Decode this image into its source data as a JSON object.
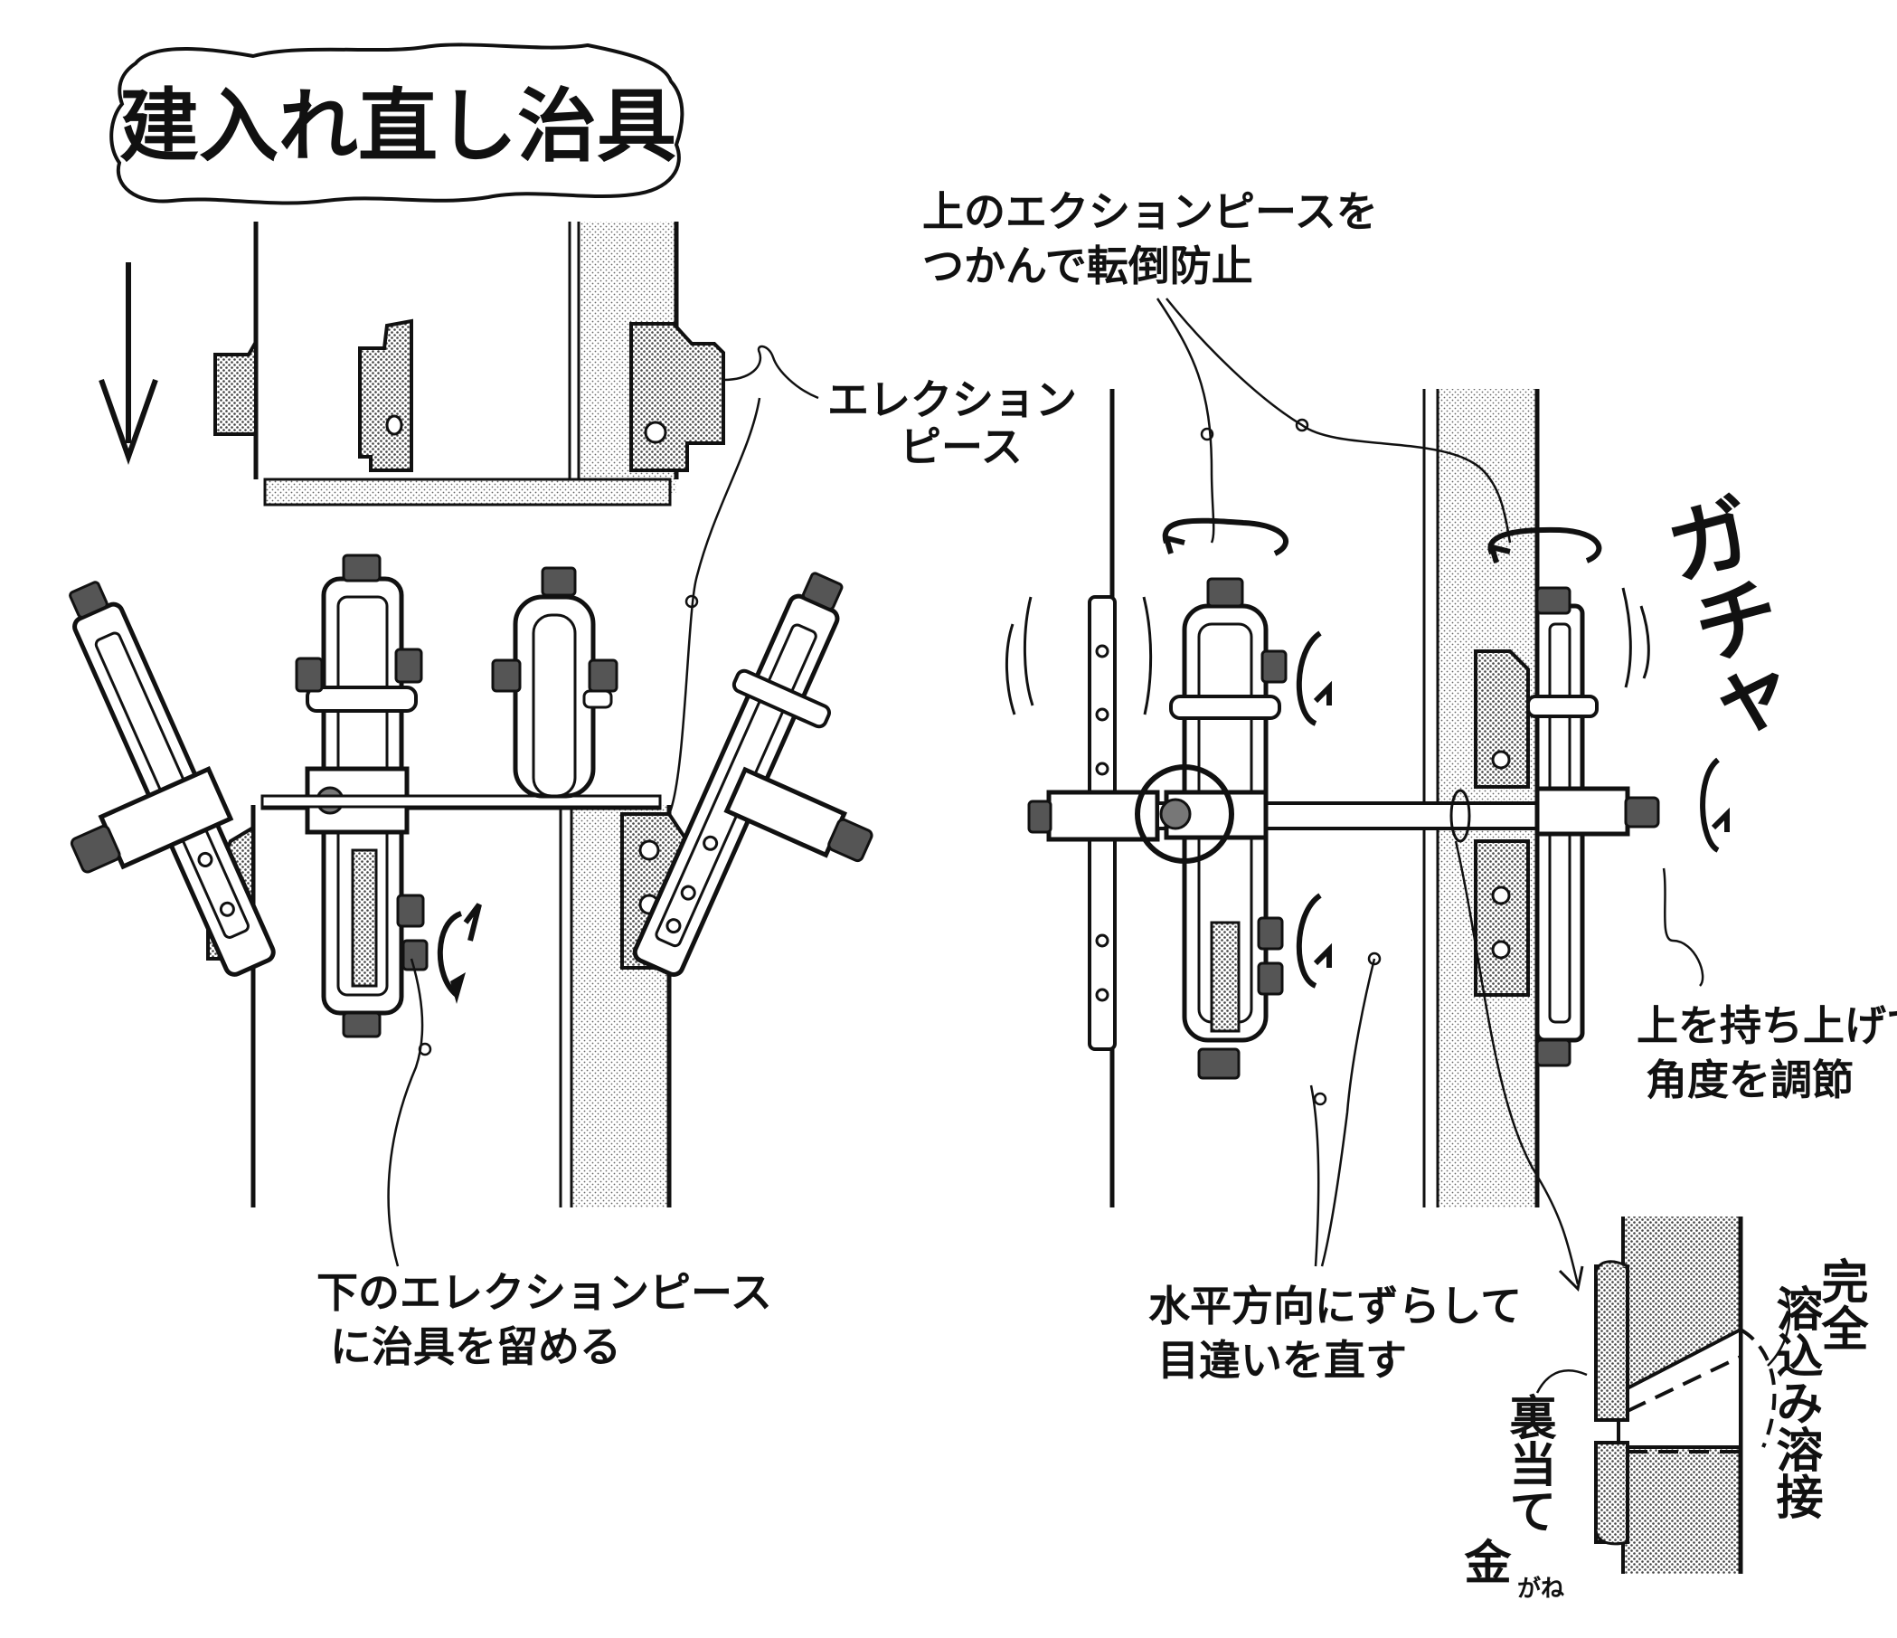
{
  "title": "建入れ直し治具",
  "labels": {
    "erection_piece_line1": "エレクション",
    "erection_piece_line2": "ピース",
    "lower_piece_line1": "下のエレクションピース",
    "lower_piece_line2": "に治具を留める",
    "upper_piece_line1": "上のエクションピースを",
    "upper_piece_line2": "つかんで転倒防止",
    "lift_line1": "上を持ち上げて",
    "lift_line2": "角度を調節",
    "horizontal_line1": "水平方向にずらして",
    "horizontal_line2": "目違いを直す",
    "full_penetration_col1": "完全",
    "full_penetration_col2": "溶込み溶接",
    "backing_col1": "裏当て",
    "backing_col2": "金",
    "backing_ruby": "がね"
  },
  "sound_effect": [
    "ガ",
    "チ",
    "ャ"
  ],
  "colors": {
    "ink": "#111111",
    "screen": "#bdbdbd",
    "paper": "#ffffff"
  }
}
